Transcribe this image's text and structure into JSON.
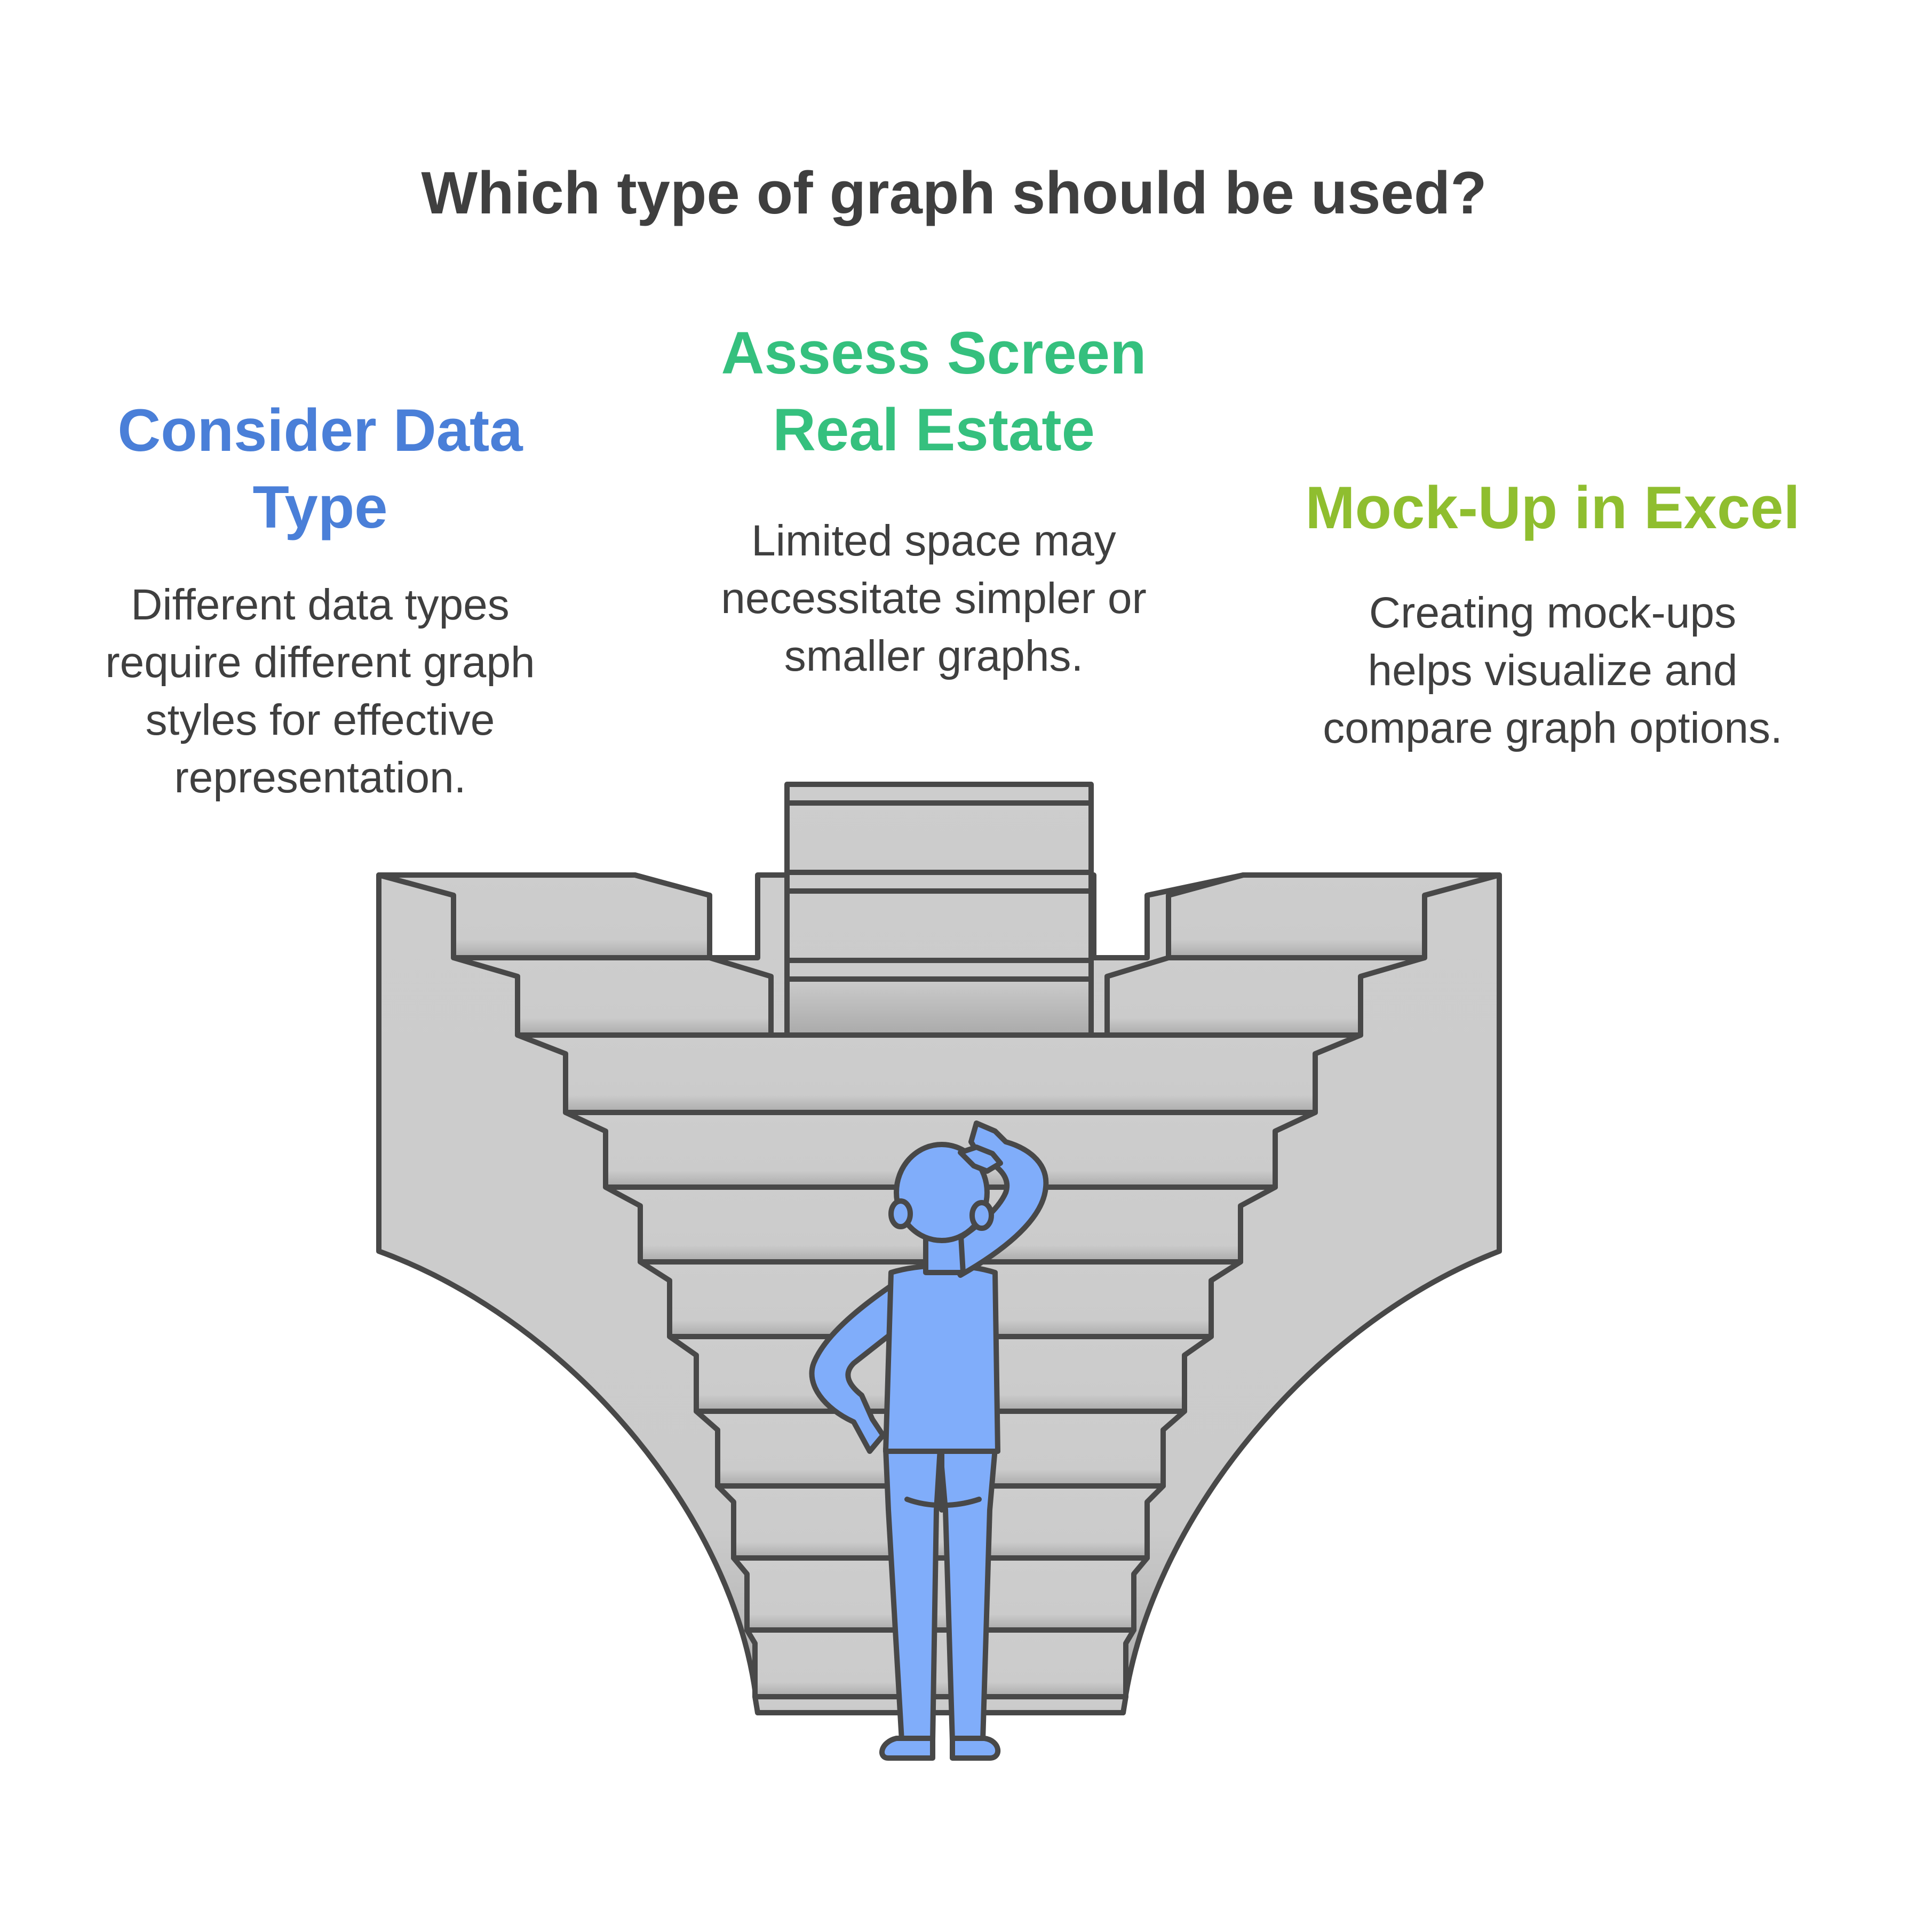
{
  "title": "Which type of graph should be used?",
  "colors": {
    "title": "#3f3f3f",
    "left_heading": "#4a7fd8",
    "middle_heading": "#35c07e",
    "right_heading": "#8fbe2f",
    "description": "#3f3f3f",
    "stairs_fill": "#cccccc",
    "stairs_stroke": "#484848",
    "person_fill": "#80adfa"
  },
  "columns": {
    "left": {
      "heading_lines": [
        "Consider Data",
        "Type"
      ],
      "description_lines": [
        "Different data types",
        "require different graph",
        "styles for effective",
        "representation."
      ]
    },
    "middle": {
      "heading_lines": [
        "Assess Screen",
        "Real Estate"
      ],
      "description_lines": [
        "Limited space may",
        "necessitate simpler or",
        "smaller graphs."
      ]
    },
    "right": {
      "heading_lines": [
        "Mock-Up in Excel"
      ],
      "description_lines": [
        "Creating mock-ups",
        "helps visualize and",
        "compare graph options."
      ]
    }
  },
  "illustration": {
    "subject": "person-facing-branching-staircase",
    "person_pose": "scratching-head"
  }
}
